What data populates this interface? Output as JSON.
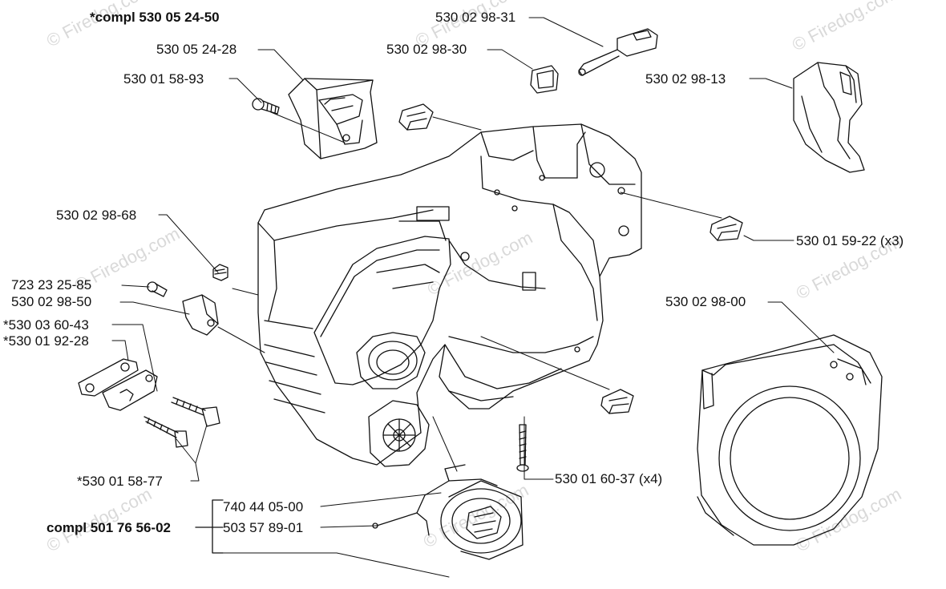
{
  "assembly_labels": {
    "top_assembly": "*compl 530 05 24-50",
    "bottom_assembly": "compl 501 76 56-02"
  },
  "part_labels": {
    "p_530_05_24_28": "530 05 24-28",
    "p_530_01_58_93": "530 01 58-93",
    "p_530_02_98_31": "530 02 98-31",
    "p_530_02_98_30": "530 02 98-30",
    "p_530_02_98_13": "530 02 98-13",
    "p_530_02_98_68": "530 02 98-68",
    "p_530_01_59_22": "530 01 59-22 (x3)",
    "p_723_23_25_85": "723 23 25-85",
    "p_530_02_98_50": "530 02 98-50",
    "p_530_03_60_43": "*530 03 60-43",
    "p_530_01_92_28": "*530 01 92-28",
    "p_530_02_98_00": "530 02 98-00",
    "p_530_01_58_77": "*530 01 58-77",
    "p_530_01_60_37": "530 01 60-37 (x4)",
    "p_740_44_05_00": "740 44 05-00",
    "p_503_57_89_01": "503 57 89-01"
  },
  "watermark": {
    "text": "© Firedog.com",
    "color": "#d9d9d9"
  },
  "colors": {
    "ink": "#111111",
    "background": "#ffffff"
  }
}
